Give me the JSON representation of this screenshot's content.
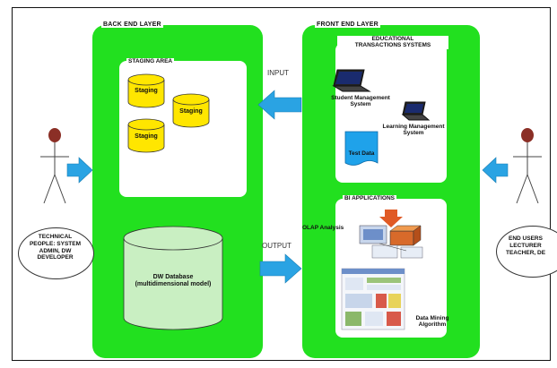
{
  "back_end": {
    "title": "BACK END LAYER",
    "staging": {
      "title": "STAGING AREA",
      "items": [
        "Staging",
        "Staging",
        "Staging"
      ]
    },
    "dw": {
      "line1": "DW Database",
      "line2": "(multidimensional model)"
    }
  },
  "front_end": {
    "title": "FRONT END LAYER",
    "edu": {
      "title_line1": "EDUCATIONAL",
      "title_line2": "TRANSACTIONS SYSTEMS",
      "sms_line1": "Student Management",
      "sms_line2": "System",
      "lms_line1": "Learning Management",
      "lms_line2": "System",
      "test_data": "Test Data"
    },
    "bi": {
      "title": "BI APPLICATIONS",
      "olap": "OLAP Analysis",
      "dm_line1": "Data Mining",
      "dm_line2": "Algorithm"
    }
  },
  "arrows": {
    "input": "INPUT",
    "output": "OUTPUT"
  },
  "actors": {
    "left": {
      "line1": "TECHNICAL",
      "line2": "PEOPLE: SYSTEM",
      "line3": "ADMIN, DW",
      "line4": "DEVELOPER"
    },
    "right": {
      "line1": "END USERS",
      "line2": "LECTURER",
      "line3": "TEACHER, DE"
    }
  },
  "colors": {
    "layer_green": "#22e01f",
    "cylinder_yellow": "#ffe600",
    "cylinder_green": "#c9efc2",
    "arrow_blue": "#2aa3e3",
    "head_brown": "#8b2f26"
  }
}
